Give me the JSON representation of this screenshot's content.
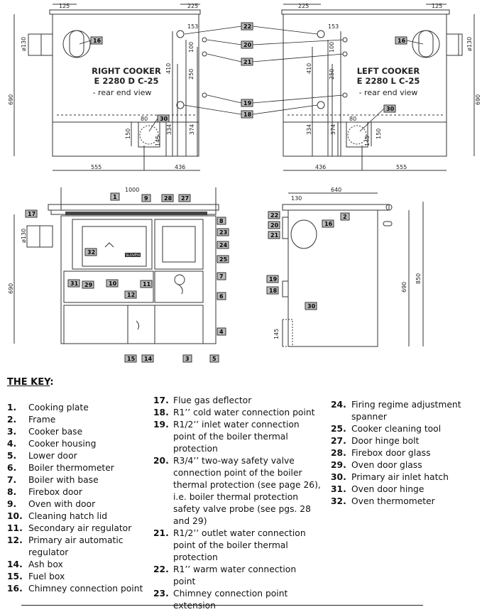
{
  "views": {
    "right": {
      "title": "RIGHT COOKER",
      "model": "E 2280 D C-25",
      "subtitle": "- rear end view"
    },
    "left": {
      "title": "LEFT COOKER",
      "model": "E 2280 L C-25",
      "subtitle": "- rear end view"
    }
  },
  "dims": {
    "rear_right": {
      "w125": "125",
      "w225": "225",
      "w153": "153",
      "h100": "100",
      "h410": "410",
      "h250": "250",
      "d130": "ø130",
      "h690": "690",
      "w80": "80",
      "h150": "150",
      "h145": "145",
      "h334": "334",
      "h374": "374",
      "w555": "555",
      "w436": "436"
    },
    "rear_left": {
      "w225": "225",
      "w125": "125",
      "w153": "153",
      "h100": "100",
      "h410": "410",
      "h250": "250",
      "d130": "ø130",
      "h690": "690",
      "w80": "80",
      "h150": "150",
      "h145": "145",
      "h334": "334",
      "h374": "374",
      "w436": "436",
      "w555": "555"
    },
    "front": {
      "w1000": "1000",
      "d130": "ø130",
      "h690": "690"
    },
    "side": {
      "w640": "640",
      "w130": "130",
      "h690": "690",
      "h850": "850",
      "h145": "145"
    }
  },
  "callouts": {
    "rear_right": [
      "16",
      "22",
      "20",
      "21",
      "19",
      "18",
      "30"
    ],
    "rear_left": [
      "22",
      "20",
      "21",
      "16",
      "19",
      "18",
      "30"
    ],
    "front": [
      "1",
      "17",
      "9",
      "28",
      "27",
      "8",
      "23",
      "24",
      "25",
      "32",
      "31",
      "29",
      "10",
      "11",
      "7",
      "6",
      "12",
      "4",
      "15",
      "14",
      "3",
      "5"
    ],
    "side": [
      "2",
      "22",
      "20",
      "21",
      "16",
      "19",
      "18",
      "30"
    ]
  },
  "stove_badge": "SLOVEN",
  "key": {
    "title": "THE KEY",
    "title_suffix": ":",
    "items_col1": [
      {
        "num": "1.",
        "text": "Cooking plate"
      },
      {
        "num": "2.",
        "text": "Frame"
      },
      {
        "num": "3.",
        "text": "Cooker base"
      },
      {
        "num": "4.",
        "text": "Cooker housing"
      },
      {
        "num": "5.",
        "text": "Lower door"
      },
      {
        "num": "6.",
        "text": "Boiler thermometer"
      },
      {
        "num": "7.",
        "text": "Boiler with base"
      },
      {
        "num": "8.",
        "text": "Firebox door"
      },
      {
        "num": "9.",
        "text": "Oven with door"
      },
      {
        "num": "10.",
        "text": "Cleaning hatch lid"
      },
      {
        "num": "11.",
        "text": "Secondary air regulator"
      },
      {
        "num": "12.",
        "text": "Primary air automatic regulator"
      },
      {
        "num": "14.",
        "text": "Ash box"
      },
      {
        "num": "15.",
        "text": "Fuel box"
      },
      {
        "num": "16.",
        "text": "Chimney connection point"
      }
    ],
    "items_col2": [
      {
        "num": "17.",
        "text": "Flue gas deflector"
      },
      {
        "num": "18.",
        "text": "R1’’ cold water connection point"
      },
      {
        "num": "19.",
        "text": "R1/2’’ inlet water connection point of the boiler thermal protection"
      },
      {
        "num": "20.",
        "text": "R3/4’’ two-way safety valve connection point of the boiler thermal protection  (see page 26), i.e. boiler thermal protection safety valve probe (see pgs. 28 and 29)"
      },
      {
        "num": "21.",
        "text": "R1/2’’ outlet water connection point of the boiler thermal protection"
      },
      {
        "num": "22.",
        "text": "R1’’ warm water connection point"
      },
      {
        "num": "23.",
        "text": "Chimney connection point extension"
      }
    ],
    "items_col3": [
      {
        "num": "24.",
        "text": "Firing regime adjustment spanner"
      },
      {
        "num": "25.",
        "text": "Cooker cleaning tool"
      },
      {
        "num": "27.",
        "text": "Door hinge bolt"
      },
      {
        "num": "28.",
        "text": "Firebox door glass"
      },
      {
        "num": "29.",
        "text": "Oven door glass"
      },
      {
        "num": "30.",
        "text": "Primary air inlet hatch"
      },
      {
        "num": "31.",
        "text": "Oven door hinge"
      },
      {
        "num": "32.",
        "text": "Oven thermometer"
      }
    ]
  }
}
